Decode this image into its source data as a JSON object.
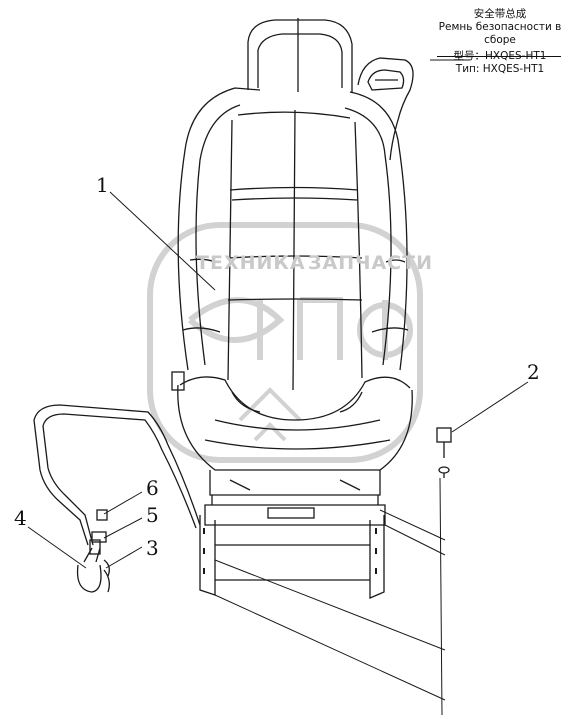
{
  "title_block": {
    "name_cn": "安全带总成",
    "name_ru": "Ремнь безопасности в сборе",
    "model_cn": "型号：HXQES-HT1",
    "model_ru": "Тип: HXQES-HT1"
  },
  "callouts": [
    "1",
    "2",
    "3",
    "4",
    "5",
    "6"
  ],
  "watermark": {
    "left_text": "ТЕХНИКА",
    "right_text": "ЗАПЧАСТИ",
    "logo_text": "ЭПФ"
  },
  "colors": {
    "line": "#1a1a1a",
    "watermark": "#cfcfcf"
  }
}
